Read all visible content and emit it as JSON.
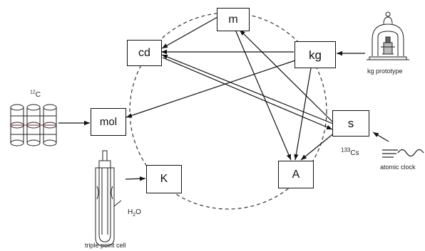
{
  "units": {
    "m": "m",
    "cd": "cd",
    "kg": "kg",
    "mol": "mol",
    "s": "s",
    "K": "K",
    "A": "A"
  },
  "labels": {
    "carbon12_mass": "12",
    "carbon12_symbol": "C",
    "kg_prototype": "kg prototype",
    "cesium_mass": "133",
    "cesium_symbol": "Cs",
    "atomic_clock": "atomic clock",
    "water_h": "H",
    "water_sub": "2",
    "water_o": "O",
    "triple_point_cell": "triple point cell"
  },
  "icons": {
    "kg_prototype": "bell-jar-icon",
    "carbon12": "lattice-icon",
    "atomic_clock": "wave-icon",
    "triple_point_cell": "test-tube-icon"
  }
}
